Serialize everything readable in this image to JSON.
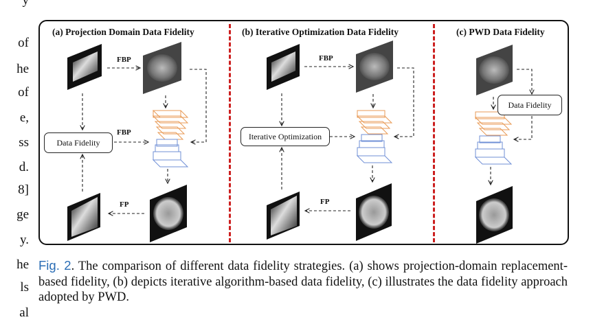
{
  "left_text": [
    "y",
    "of",
    "he",
    "of",
    "e,",
    "ss",
    "d.",
    "8]",
    "ge",
    "y.",
    "he",
    "ls",
    "al"
  ],
  "figure": {
    "panels": [
      {
        "title": "(a)  Projection Domain Data Fidelity"
      },
      {
        "title": "(b)  Iterative Optimization Data Fidelity"
      },
      {
        "title": "(c)  PWD  Data Fidelity"
      }
    ],
    "labels": {
      "fbp": "FBP",
      "fp": "FP",
      "data_fidelity": "Data Fidelity",
      "iterative_optimization": "Iterative Optimization"
    }
  },
  "caption": {
    "fig_label": "Fig. 2",
    "text": ". The comparison of different data fidelity strategies. (a) shows projection-domain replacement-based fidelity, (b) depicts iterative algorithm-based data fidelity, (c) illustrates the data fidelity approach adopted by PWD."
  }
}
